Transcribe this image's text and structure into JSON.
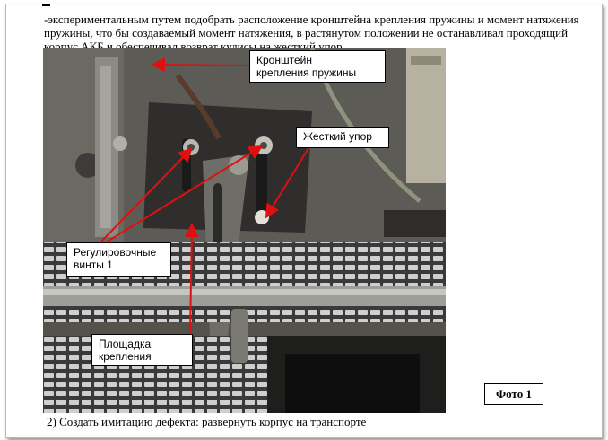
{
  "document": {
    "intro_text": "-экспериментальным путем подобрать расположение кронштейна крепления пружины и момент натяжения пружины, что бы создаваемый момент натяжения, в растянутом положении не останавливал проходящий корпус АКБ и обеспечивал возврат кулисы на жесткий упор",
    "callouts": {
      "bracket": [
        "Кронштейн",
        "крепления пружины"
      ],
      "hard_stop": [
        "Жесткий упор"
      ],
      "adjust_screws": [
        "Регулировочные",
        "винты 1"
      ],
      "mount_plate": [
        "Площадка",
        "крепления"
      ]
    },
    "photo_caption": "Фото 1",
    "step_2": "2) Создать имитацию дефекта: развернуть корпус на транспорте"
  },
  "colors": {
    "arrow": "#e01010",
    "callout_border": "#000000"
  }
}
